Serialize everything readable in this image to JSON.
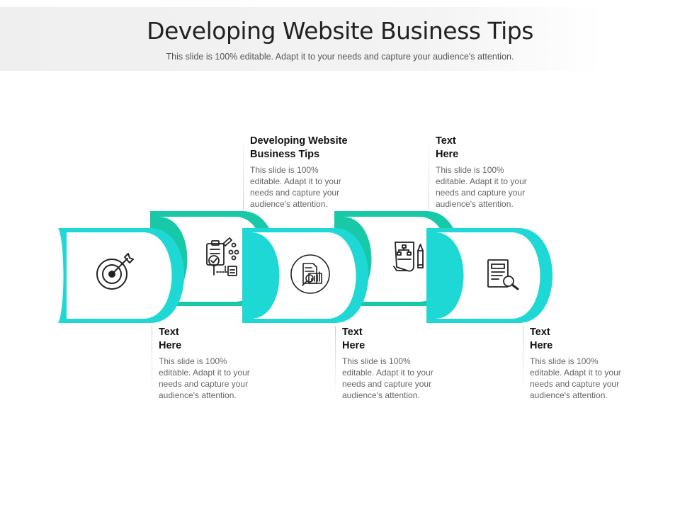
{
  "slide": {
    "title": "Developing Website Business Tips",
    "subtitle": "This slide is 100% editable. Adapt it to your needs and capture your audience's attention."
  },
  "colors": {
    "accent_cyan": "#1ED8D6",
    "accent_green": "#18C9A8",
    "icon_stroke": "#222222"
  },
  "steps": [
    {
      "icon": "target-icon",
      "position": "bottom",
      "heading_line1": "Text",
      "heading_line2": "Here",
      "body_lines": [
        "This slide is 100%",
        "editable. Adapt it to your",
        "needs and capture your",
        "audience's attention."
      ]
    },
    {
      "icon": "checklist-search-icon",
      "position": "top",
      "heading_line1": "Developing Website",
      "heading_line2": "Business Tips",
      "body_lines": [
        "This slide is 100%",
        "editable. Adapt it to your",
        "needs and capture your",
        "audience's attention."
      ]
    },
    {
      "icon": "report-chart-icon",
      "position": "bottom",
      "heading_line1": "Text",
      "heading_line2": "Here",
      "body_lines": [
        "This slide is 100%",
        "editable. Adapt it to your",
        "needs and capture your",
        "audience's attention."
      ]
    },
    {
      "icon": "flowchart-document-pencil-icon",
      "position": "top",
      "heading_line1": "Text",
      "heading_line2": "Here",
      "body_lines": [
        "This slide is 100%",
        "editable. Adapt it to your",
        "needs and capture your",
        "audience's attention."
      ]
    },
    {
      "icon": "document-search-icon",
      "position": "bottom",
      "heading_line1": "Text",
      "heading_line2": "Here",
      "body_lines": [
        "This slide is 100%",
        "editable. Adapt it to your",
        "needs and capture your",
        "audience's attention."
      ]
    }
  ]
}
